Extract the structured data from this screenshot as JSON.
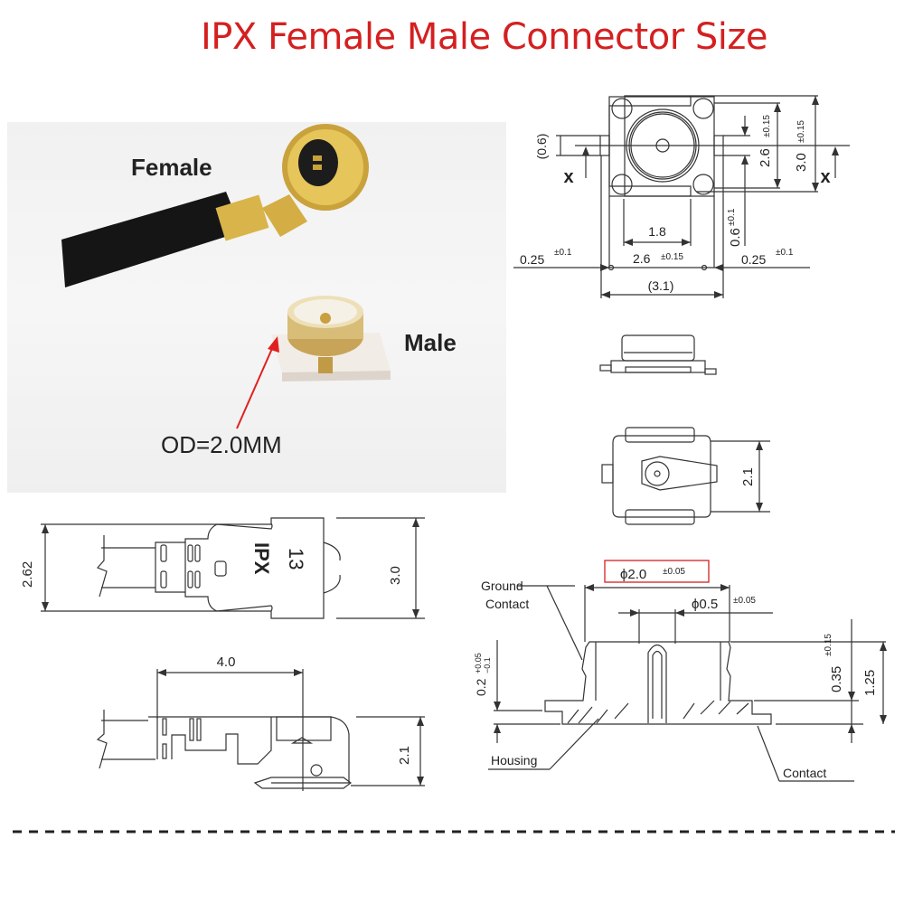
{
  "title": "IPX  Female Male Connector Size",
  "colors": {
    "title": "#d42020",
    "arrow": "#e02020",
    "highlight_box": "#d42020",
    "line": "#333333",
    "gold": "#d9b44a",
    "cable": "#151515"
  },
  "photo": {
    "female_label": "Female",
    "male_label": "Male",
    "od_label": "OD=2.0MM"
  },
  "top_view": {
    "dim_0_6_paren": "(0.6)",
    "x_left": "x",
    "x_right": "x",
    "dim_2_6_v": "2.6",
    "dim_2_6_v_tol": "±0.15",
    "dim_3_0_v": "3.0",
    "dim_3_0_v_tol": "±0.15",
    "dim_1_8": "1.8",
    "dim_0_6": "0.6",
    "dim_0_6_tol": "±0.1",
    "dim_0_25_left": "0.25",
    "dim_0_25_left_tol": "±0.1",
    "dim_2_6_h": "2.6",
    "dim_2_6_h_tol": "±0.15",
    "dim_0_25_right": "0.25",
    "dim_0_25_right_tol": "±0.1",
    "dim_3_1": "(3.1)"
  },
  "bottom_view": {
    "dim_2_1": "2.1"
  },
  "plug_top": {
    "dim_2_62": "2.62",
    "dim_3_0": "3.0",
    "marking_brand": "IPX",
    "marking_num": "13"
  },
  "plug_side": {
    "dim_4_0": "4.0",
    "dim_2_1": "2.1"
  },
  "section": {
    "ground_contact_l1": "Ground",
    "ground_contact_l2": "Contact",
    "phi_2_0": "ϕ2.0",
    "phi_2_0_tol": "±0.05",
    "phi_0_5": "ϕ0.5",
    "phi_0_5_tol": "±0.05",
    "dim_0_2": "0.2",
    "dim_0_2_tol_plus": "+0.05",
    "dim_0_2_tol_minus": "−0.1",
    "dim_0_35": "0.35",
    "dim_0_35_tol": "±0.15",
    "dim_1_25": "1.25",
    "housing_label": "Housing",
    "contact_label": "Contact"
  }
}
